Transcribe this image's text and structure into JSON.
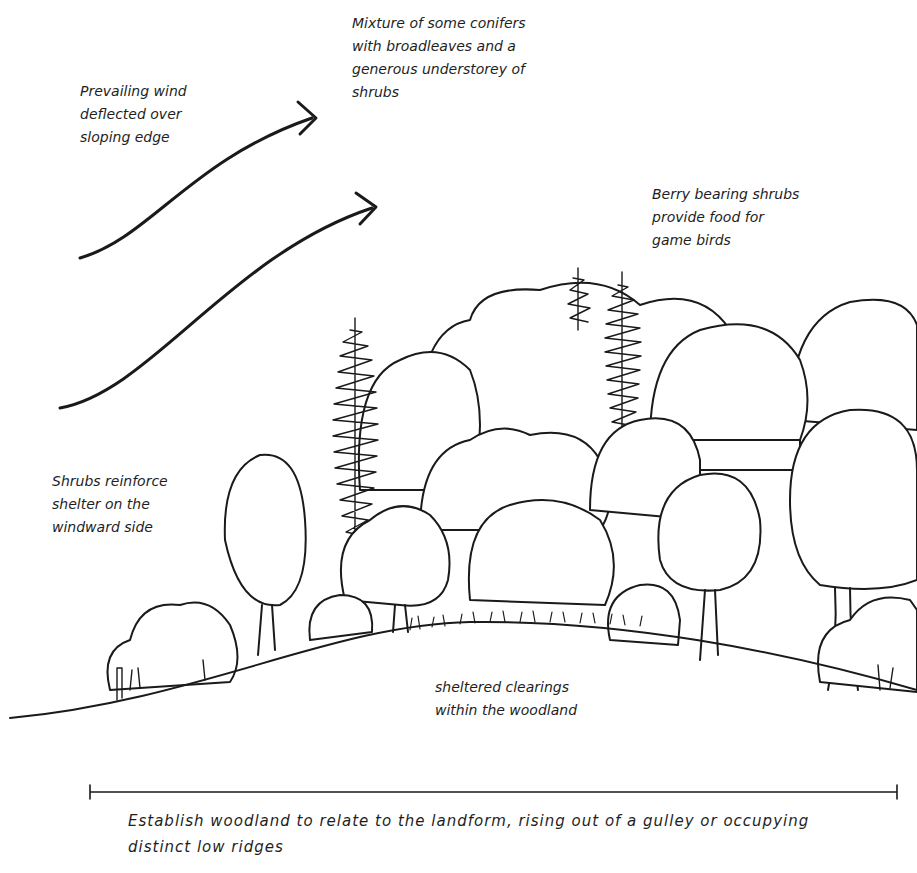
{
  "diagram": {
    "labels": [
      "Prevailing wind deflected over sloping edge",
      "Mixture of some conifers with broadleaves and a generous understorey of shrubs",
      "Berry bearing shrubs provide food for game birds",
      "Shrubs reinforce shelter on the windward side",
      "sheltered clearings within the woodland",
      "Establish woodland to relate to the landform, rising out of a gulley or occupying distinct low ridges"
    ]
  }
}
